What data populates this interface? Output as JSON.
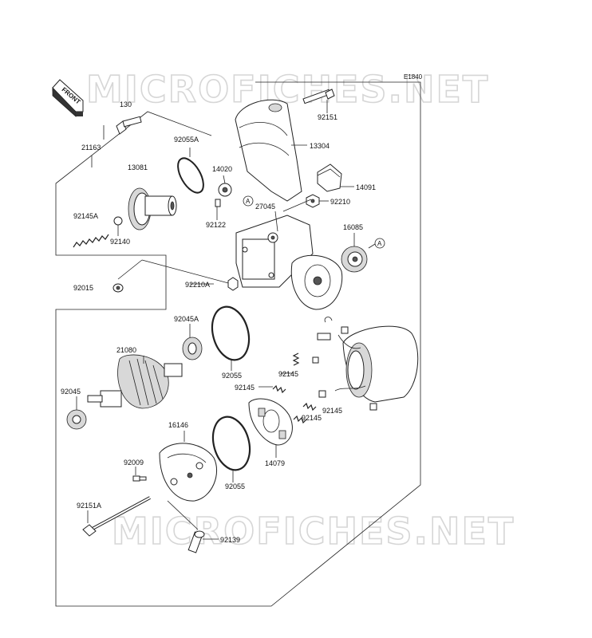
{
  "diagram": {
    "ref_code": "E1840",
    "front_label": "FRONT",
    "watermark": "MICROFICHES.NET",
    "callout_marker": "A",
    "labels": [
      {
        "id": "p130",
        "text": "130"
      },
      {
        "id": "p21163",
        "text": "21163"
      },
      {
        "id": "p92055a",
        "text": "92055A"
      },
      {
        "id": "p13081",
        "text": "13081"
      },
      {
        "id": "p14020",
        "text": "14020"
      },
      {
        "id": "p92145a",
        "text": "92145A"
      },
      {
        "id": "p92140",
        "text": "92140"
      },
      {
        "id": "p92122",
        "text": "92122"
      },
      {
        "id": "p27045",
        "text": "27045"
      },
      {
        "id": "p92151",
        "text": "92151"
      },
      {
        "id": "p13304",
        "text": "13304"
      },
      {
        "id": "p14091",
        "text": "14091"
      },
      {
        "id": "p92210",
        "text": "92210"
      },
      {
        "id": "p16085",
        "text": "16085"
      },
      {
        "id": "p92015",
        "text": "92015"
      },
      {
        "id": "p92210a",
        "text": "92210A"
      },
      {
        "id": "p92045a",
        "text": "92045A"
      },
      {
        "id": "p21080",
        "text": "21080"
      },
      {
        "id": "p92045",
        "text": "92045"
      },
      {
        "id": "p92055b",
        "text": "92055"
      },
      {
        "id": "p92145b",
        "text": "92145"
      },
      {
        "id": "p92145c",
        "text": "92145"
      },
      {
        "id": "p92145d",
        "text": "92145"
      },
      {
        "id": "p92145e",
        "text": "92145"
      },
      {
        "id": "p16146",
        "text": "16146"
      },
      {
        "id": "p14079",
        "text": "14079"
      },
      {
        "id": "p92009",
        "text": "92009"
      },
      {
        "id": "p92055c",
        "text": "92055"
      },
      {
        "id": "p92151a",
        "text": "92151A"
      },
      {
        "id": "p92139",
        "text": "92139"
      }
    ]
  }
}
